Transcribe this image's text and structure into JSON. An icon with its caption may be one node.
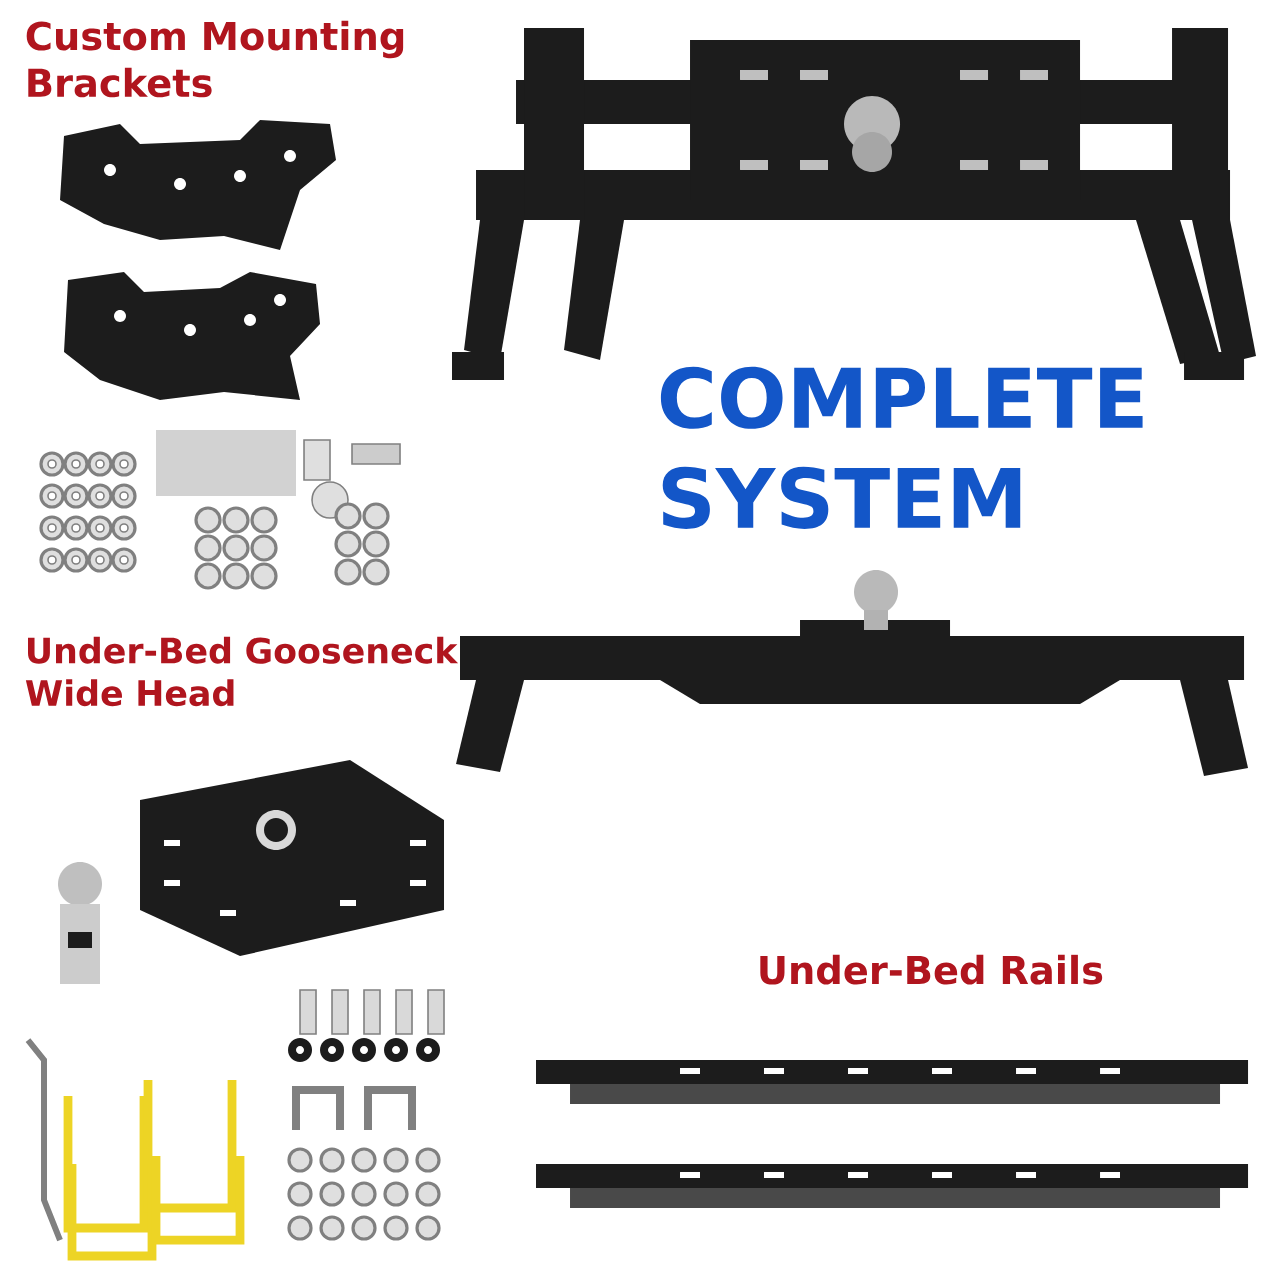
{
  "diagram": {
    "labels": [
      "Custom Mounting Brackets",
      "COMPLETE SYSTEM",
      "Under-Bed Gooseneck Wide Head",
      "Under-Bed Rails"
    ]
  }
}
